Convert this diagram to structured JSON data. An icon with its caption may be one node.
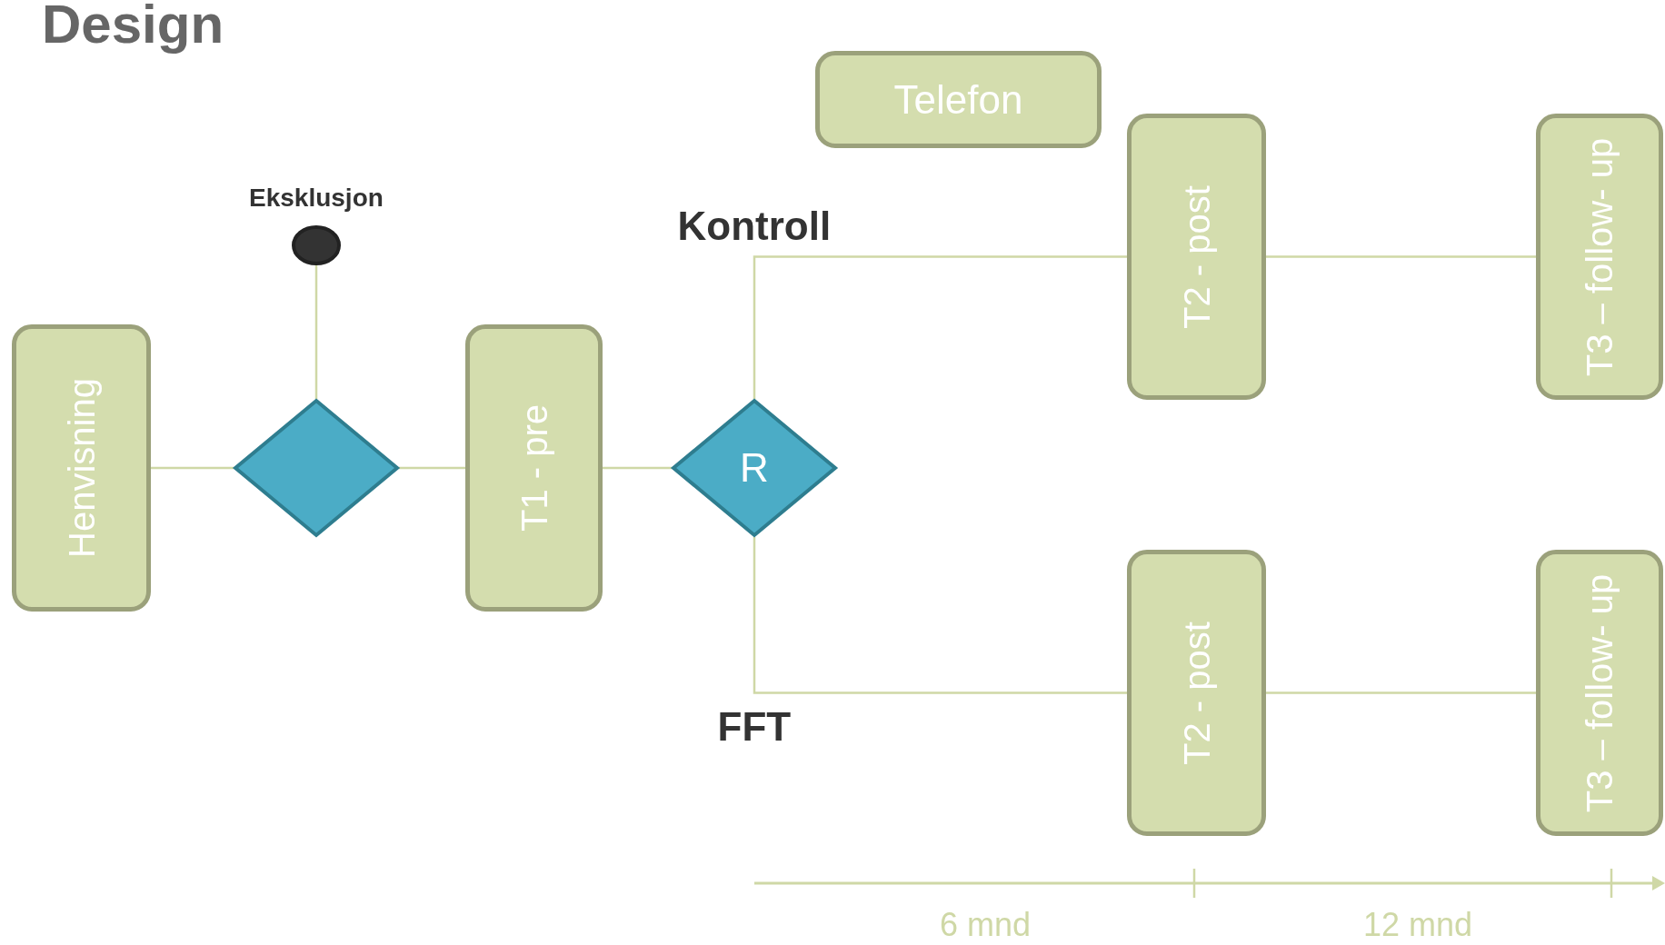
{
  "diagram": {
    "title": "Design",
    "nodes": [
      {
        "text": [
          "Henvisning"
        ]
      },
      {
        "text": [],
        "shape": "diamond"
      },
      {
        "text": [],
        "shape": "circle",
        "beside": [
          "Eksklusjon"
        ]
      },
      {
        "text": [
          "T1 - pre"
        ]
      },
      {
        "text": [
          "R"
        ]
      },
      {
        "text": [
          "Telefon"
        ]
      },
      {
        "text": [
          "T2 - post"
        ]
      },
      {
        "text": [
          "T3 – follow- up"
        ]
      },
      {
        "text": [
          "T2 - post"
        ]
      },
      {
        "text": [
          "T3 – follow- up"
        ]
      }
    ],
    "edges": [
      {
        "from": 0,
        "to": 1,
        "arrow": "none"
      },
      {
        "from": 1,
        "to": 2,
        "arrow": "none"
      },
      {
        "from": 1,
        "to": 3,
        "arrow": "none"
      },
      {
        "from": 3,
        "to": 4,
        "arrow": "none"
      },
      {
        "from": 4,
        "to": 6,
        "arrow": "none",
        "label": "Kontroll"
      },
      {
        "from": 4,
        "to": 8,
        "arrow": "none",
        "label": "FFT"
      },
      {
        "from": 6,
        "to": 7,
        "arrow": "none"
      },
      {
        "from": 8,
        "to": 9,
        "arrow": "none"
      }
    ],
    "labels": [
      "6 mnd",
      "12 mnd"
    ]
  }
}
